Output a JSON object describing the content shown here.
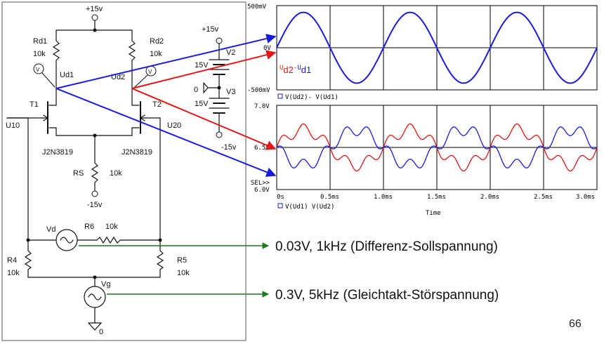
{
  "schematic": {
    "supply_top": "+15v",
    "supply_v2": "+15v",
    "rd1_name": "Rd1",
    "rd1_val": "10k",
    "rd2_name": "Rd2",
    "rd2_val": "10k",
    "ud1": "Ud1",
    "ud2": "Ud2",
    "v2": "V2",
    "v3": "V3",
    "v2_val": "15V",
    "v3_val": "15V",
    "zero": "0",
    "neg15_right": "-15v",
    "t1": "T1",
    "t2": "T2",
    "u10": "U10",
    "u20": "U20",
    "jfet1": "J2N3819",
    "jfet2": "J2N3819",
    "rs_name": "RS",
    "rs_val": "10k",
    "neg15_bottom": "-15v",
    "vd": "Vd",
    "r6_name": "R6",
    "r6_val": "10k",
    "r4_name": "R4",
    "r4_val": "10k",
    "r5_name": "R5",
    "r5_val": "10k",
    "vg": "Vg",
    "gnd": "0",
    "probe": "V"
  },
  "plot_top": {
    "y_labels": [
      "500mV",
      "0V",
      "-500mV"
    ],
    "annotation": {
      "u": "U",
      "d2": "d2",
      "dash": "-",
      "d1": "d1"
    },
    "legend": "V(Ud2)- V(Ud1)",
    "colors": {
      "blue": "#1a1adc",
      "red": "#e01818",
      "green": "#1a7a1a"
    }
  },
  "plot_bottom": {
    "y_labels": [
      "7.0V",
      "6.5V",
      "6.0V"
    ],
    "sel": "SEL>>",
    "x_labels": [
      "0s",
      "0.5ms",
      "1.0ms",
      "1.5ms",
      "2.0ms",
      "2.5ms",
      "3.0ms"
    ],
    "legend": "V(Ud1)  V(Ud2)",
    "time_label": "Time"
  },
  "notes": {
    "diff": "0.03V, 1kHz (Differenz-Sollspannung)",
    "common": "0.3V, 5kHz (Gleichtakt-Störspannung)"
  },
  "page_number": "66",
  "chart_data": [
    {
      "type": "line",
      "title": "",
      "xlabel": "",
      "ylabel": "",
      "x_range_ms": [
        0,
        3.0
      ],
      "ylim": [
        -0.5,
        0.5
      ],
      "y_ticks": [
        "500mV",
        "0V",
        "-500mV"
      ],
      "series": [
        {
          "name": "V(Ud2)- V(Ud1)",
          "color": "#1a1adc",
          "frequency_hz": 1000,
          "amplitude_v": 0.42,
          "offset_v": 0.0
        }
      ]
    },
    {
      "type": "line",
      "title": "",
      "xlabel": "Time",
      "ylabel": "",
      "x_range_ms": [
        0,
        3.0
      ],
      "ylim": [
        6.0,
        7.0
      ],
      "x_ticks": [
        "0s",
        "0.5ms",
        "1.0ms",
        "1.5ms",
        "2.0ms",
        "2.5ms",
        "3.0ms"
      ],
      "y_ticks": [
        "7.0V",
        "6.5V",
        "6.0V"
      ],
      "series": [
        {
          "name": "V(Ud1)",
          "color": "#1a1adc",
          "offset_v": 6.5,
          "diff_amplitude_v": -0.21,
          "diff_hz": 1000,
          "cm_amplitude_v": 0.07,
          "cm_hz": 5000
        },
        {
          "name": "V(Ud2)",
          "color": "#e01818",
          "offset_v": 6.5,
          "diff_amplitude_v": 0.21,
          "diff_hz": 1000,
          "cm_amplitude_v": 0.07,
          "cm_hz": 5000
        }
      ]
    }
  ]
}
